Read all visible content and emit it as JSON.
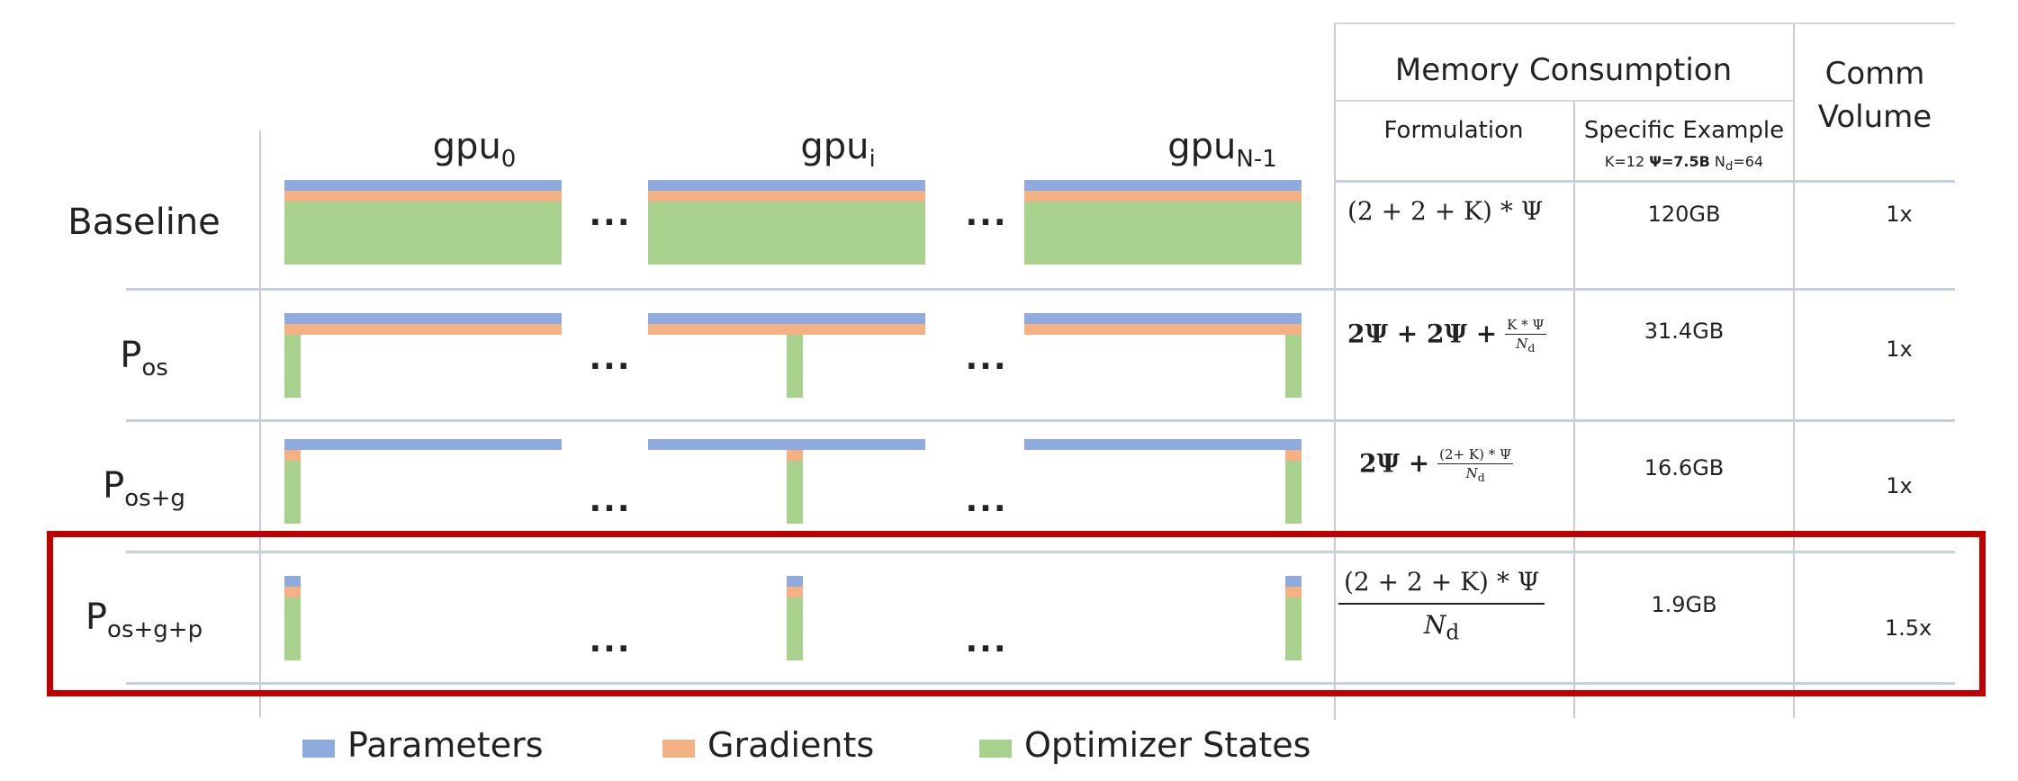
{
  "gpus": [
    {
      "name": "gpu",
      "sub": "0"
    },
    {
      "name": "gpu",
      "sub": "i"
    },
    {
      "name": "gpu",
      "sub": "N-1"
    }
  ],
  "ellipsis": "...",
  "rows": [
    {
      "label": "Baseline",
      "sub": "",
      "formula": "(2 + 2 + K) * Ψ",
      "example": "120GB",
      "comm": "1x"
    },
    {
      "label": "P",
      "sub": "os",
      "formula_terms": "2Ψ + 2Ψ +",
      "frac_num": "K * Ψ",
      "frac_den": "N",
      "frac_den_sub": "d",
      "example": "31.4GB",
      "comm": "1x"
    },
    {
      "label": "P",
      "sub": "os+g",
      "formula_terms": "2Ψ +",
      "frac_num": "(2+ K) * Ψ",
      "frac_den": "N",
      "frac_den_sub": "d",
      "example": "16.6GB",
      "comm": "1x"
    },
    {
      "label": "P",
      "sub": "os+g+p",
      "frac_num": "(2 +  2 +  K) *  Ψ",
      "frac_den": "N",
      "frac_den_sub": "d",
      "example": "1.9GB",
      "comm": "1.5x"
    }
  ],
  "headers": {
    "memory": "Memory Consumption",
    "formulation": "Formulation",
    "example": "Specific Example",
    "example_params": {
      "k": "K=12",
      "psi": "Ψ=7.5B",
      "nd": "N",
      "nd_sub": "d",
      "nd_val": "=64"
    },
    "comm_line1": "Comm",
    "comm_line2": "Volume"
  },
  "legend": [
    {
      "label": "Parameters",
      "color": "#8faadc"
    },
    {
      "label": "Gradients",
      "color": "#f4b183"
    },
    {
      "label": "Optimizer States",
      "color": "#a9d18e"
    }
  ],
  "colors": {
    "param": "#8faadc",
    "grad": "#f4b183",
    "opt": "#a9d18e",
    "highlight": "#c00000"
  }
}
